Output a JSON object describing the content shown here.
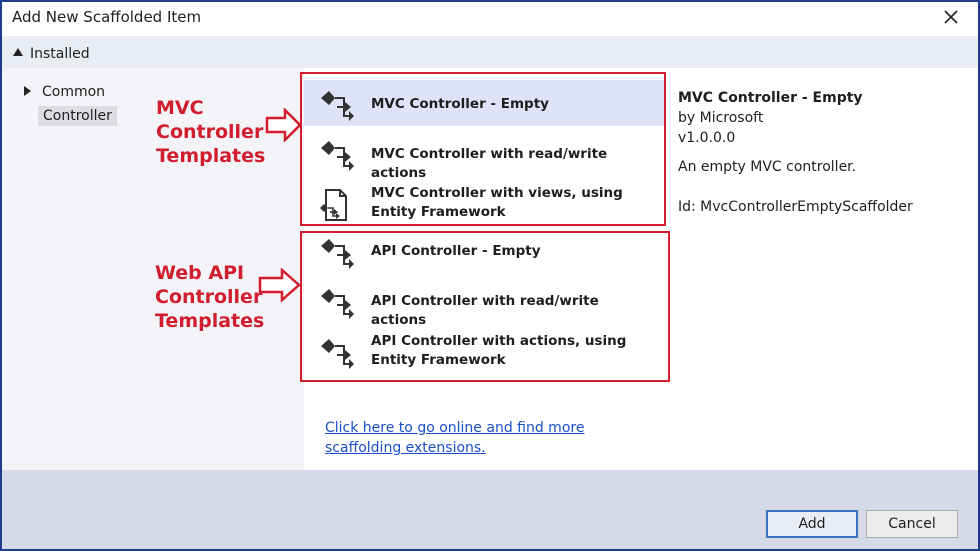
{
  "window": {
    "title": "Add New Scaffolded Item"
  },
  "installed": {
    "label": "Installed"
  },
  "tree": [
    {
      "label": "Common"
    },
    {
      "label": "Controller"
    }
  ],
  "items": [
    {
      "label": "MVC Controller - Empty",
      "icon": "controller-icon",
      "selected": true
    },
    {
      "label": "MVC Controller with read/write actions",
      "icon": "controller-icon"
    },
    {
      "label": "MVC Controller with views, using Entity Framework",
      "icon": "views-controller-icon"
    },
    {
      "label": "API Controller - Empty",
      "icon": "controller-icon"
    },
    {
      "label": "API Controller with read/write actions",
      "icon": "controller-icon"
    },
    {
      "label": "API Controller with actions, using Entity Framework",
      "icon": "controller-icon"
    }
  ],
  "annotations": {
    "mvc": [
      "MVC",
      "Controller",
      "Templates"
    ],
    "api": [
      "Web API",
      "Controller",
      "Templates"
    ]
  },
  "details": {
    "title": "MVC Controller - Empty",
    "author": "by Microsoft",
    "version": "v1.0.0.0",
    "description": "An empty MVC controller.",
    "id": "Id: MvcControllerEmptyScaffolder"
  },
  "link": {
    "text": "Click here to go online and find more scaffolding extensions."
  },
  "buttons": {
    "add": "Add",
    "cancel": "Cancel"
  },
  "colors": {
    "accent": "#d11d2d",
    "frame": "#1f3c8c",
    "link": "#1a4fc7",
    "selected": "#dfe3f7"
  }
}
